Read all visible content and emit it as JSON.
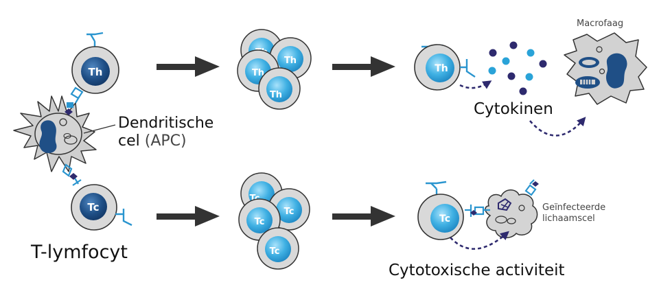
{
  "labels": {
    "th": "Th",
    "tc": "Tc",
    "dendritic_line1": "Dendritische",
    "dendritic_line2_a": "cel",
    "dendritic_line2_b": "(APC)",
    "t_lymphocyte": "T-lymfocyt",
    "macrophage": "Macrofaag",
    "cytokines": "Cytokinen",
    "infected_line1": "Geïnfecteerde",
    "infected_line2": "lichaamscel",
    "cytotoxic": "Cytotoxische activiteit"
  },
  "colors": {
    "cell_outer": "#d9d9d9",
    "cell_outline": "#3a3a3a",
    "nucleus_dark": "#1f4f86",
    "nucleus_light": "#3fb0e3",
    "receptor": "#2a95cf",
    "cytokine_light": "#2aa3d8",
    "cytokine_dark": "#2e2a6e",
    "arrow": "#333333",
    "dashed_arrow": "#2e2a6e"
  }
}
